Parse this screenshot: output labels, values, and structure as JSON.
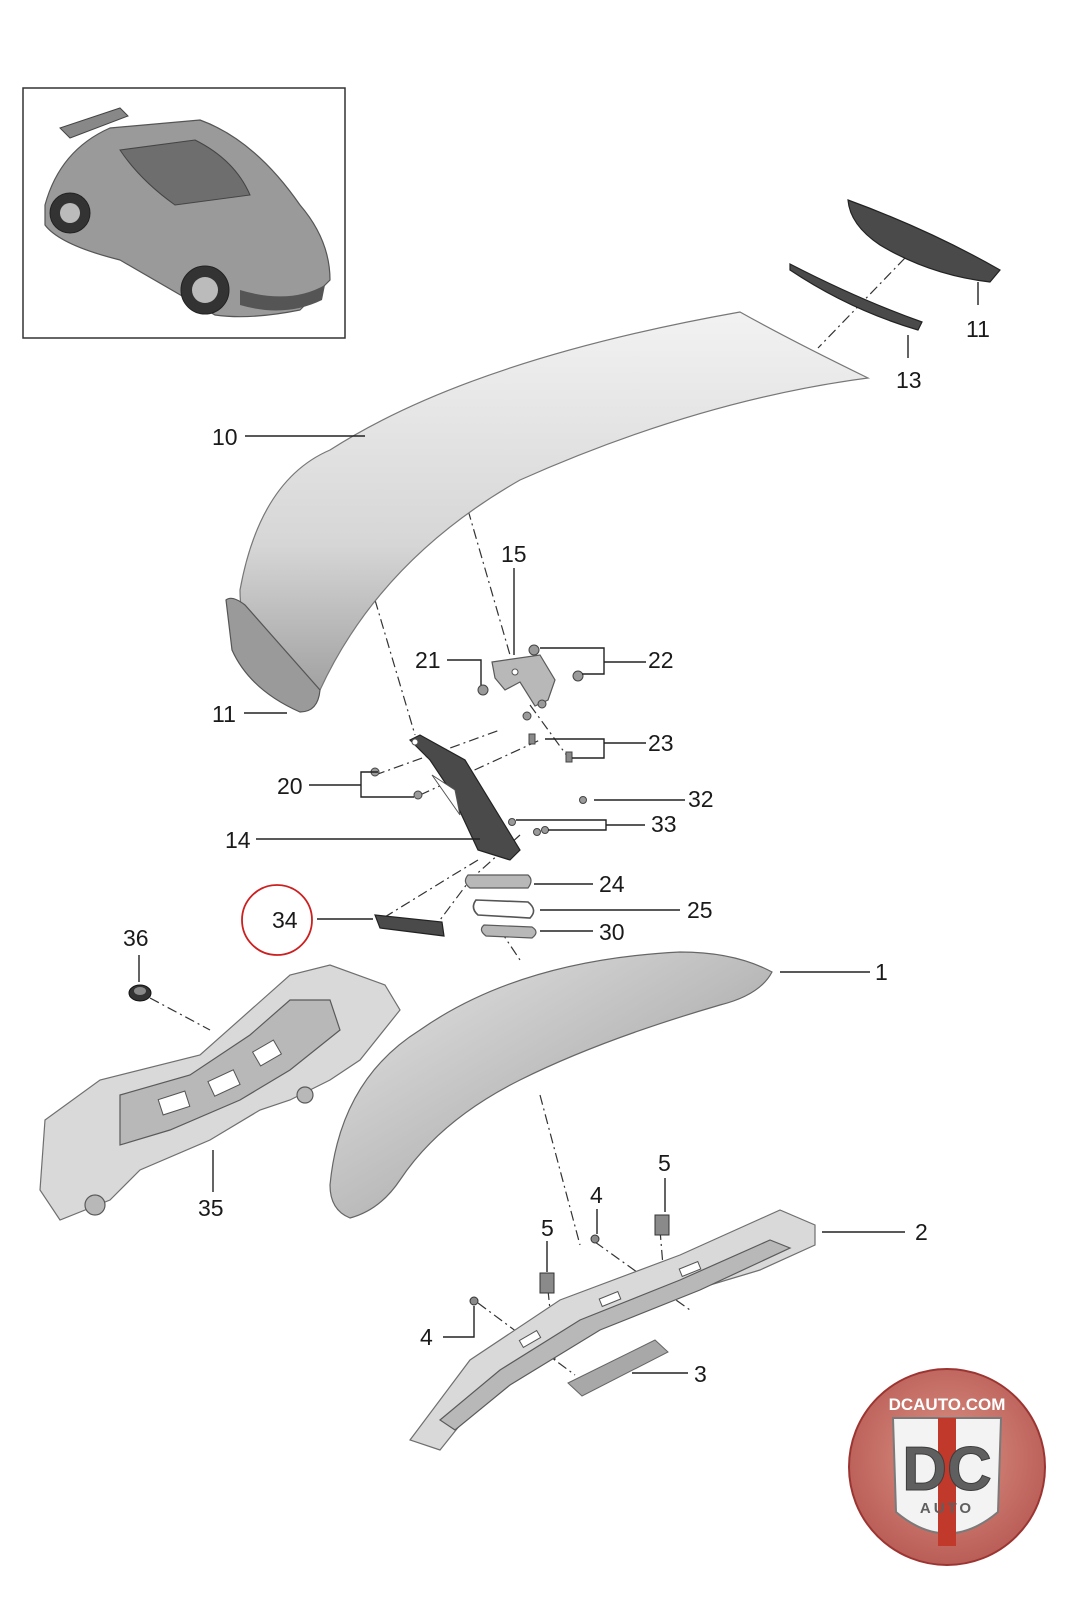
{
  "callouts": {
    "c1": "1",
    "c2": "2",
    "c3": "3",
    "c4a": "4",
    "c4b": "4",
    "c5a": "5",
    "c5b": "5",
    "c10": "10",
    "c11a": "11",
    "c11b": "11",
    "c13": "13",
    "c14": "14",
    "c15": "15",
    "c20": "20",
    "c21": "21",
    "c22": "22",
    "c23": "23",
    "c24": "24",
    "c25": "25",
    "c30": "30",
    "c32": "32",
    "c33": "33",
    "c34": "34",
    "c35": "35",
    "c36": "36"
  },
  "highlight": {
    "callout": "34",
    "color": "#cc1f1f"
  },
  "logo": {
    "url_text": "DCAUTO.COM",
    "letters": "DC",
    "sub": "AUTO"
  },
  "colors": {
    "part_light": "#d9d9d9",
    "part_mid": "#b8b8b8",
    "part_dark": "#4a4a4a",
    "logo_red": "#b83a3a"
  }
}
